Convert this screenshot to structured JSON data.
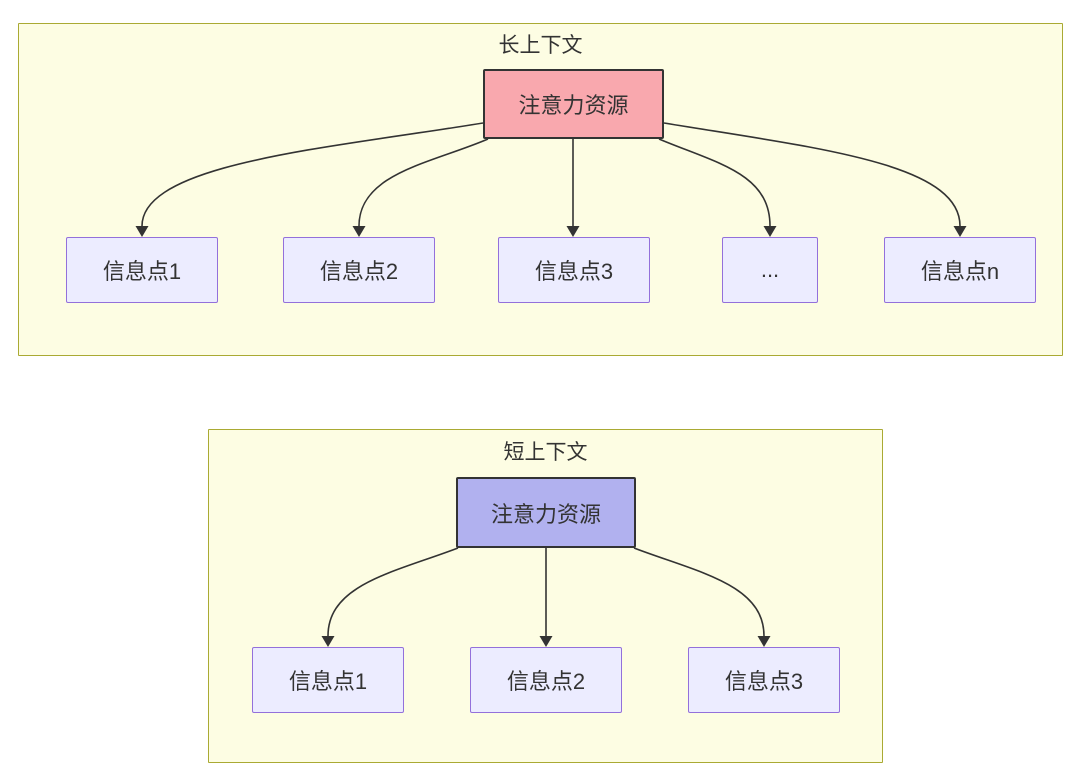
{
  "colors": {
    "panel-fill": "#FDFDE3",
    "panel-border": "#AAAA33",
    "root-long-fill": "#F9A8AE",
    "root-short-fill": "#B1B1EF",
    "root-border": "#333333",
    "node-fill": "#ECECFF",
    "node-border": "#9370DB",
    "arrow": "#333333",
    "text": "#333333"
  },
  "long_context": {
    "title": "长上下文",
    "root_label": "注意力资源",
    "nodes": [
      {
        "label": "信息点1"
      },
      {
        "label": "信息点2"
      },
      {
        "label": "信息点3"
      },
      {
        "label": "..."
      },
      {
        "label": "信息点n"
      }
    ]
  },
  "short_context": {
    "title": "短上下文",
    "root_label": "注意力资源",
    "nodes": [
      {
        "label": "信息点1"
      },
      {
        "label": "信息点2"
      },
      {
        "label": "信息点3"
      }
    ]
  }
}
